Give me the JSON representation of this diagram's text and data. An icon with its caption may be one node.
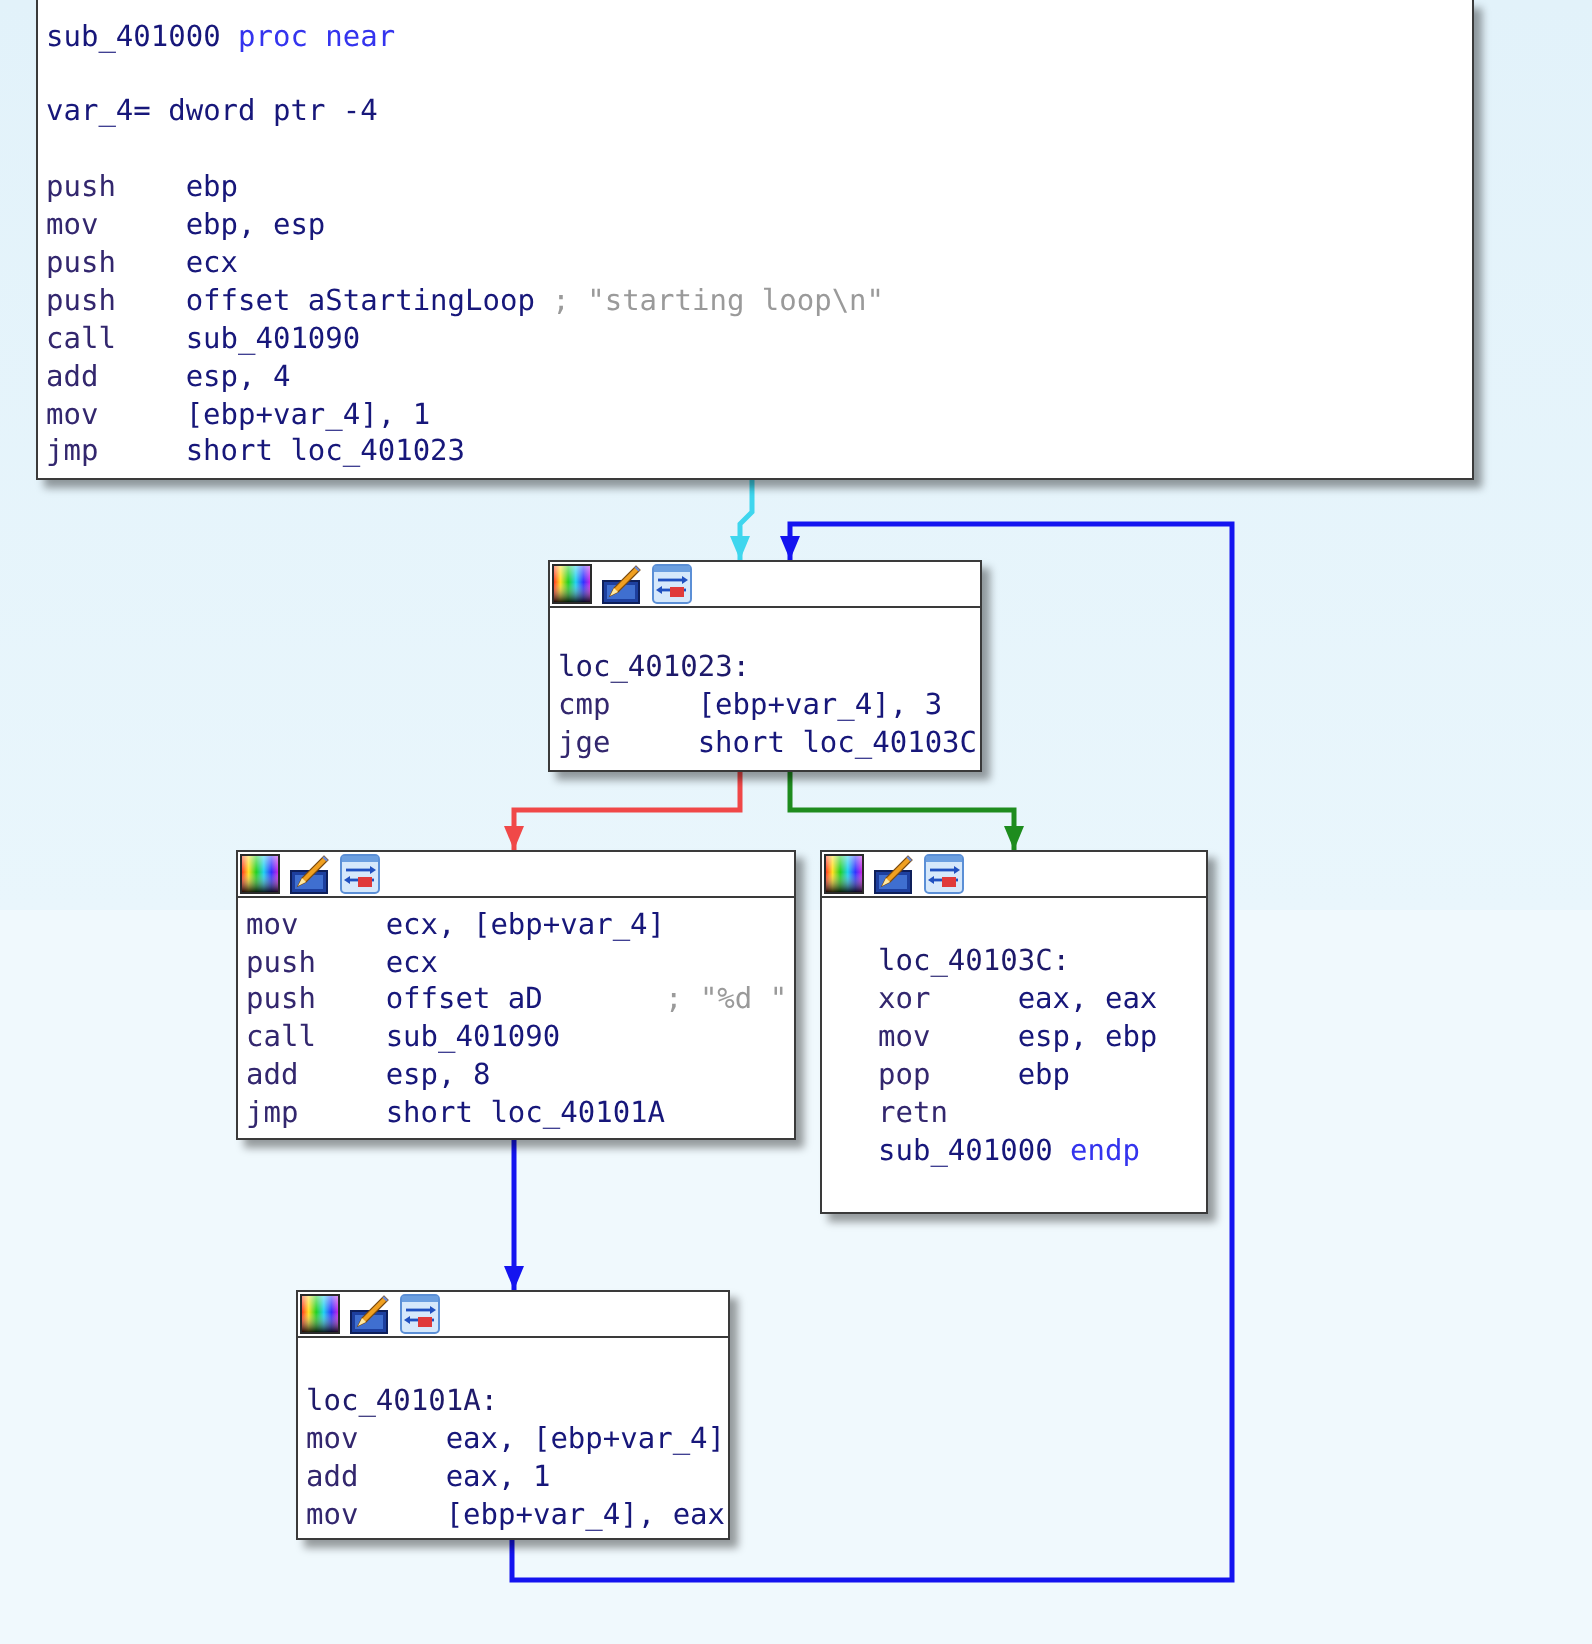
{
  "diagram": {
    "nodes": [
      {
        "text": [
          "sub_401000",
          "proc near",
          "var_4= dword ptr -4",
          "push",
          "ebp",
          "mov",
          "ebp, esp",
          "push",
          "ecx",
          "push",
          "offset aStartingLoop",
          "; \"starting loop\\n\"",
          "call",
          "sub_401090",
          "add",
          "esp, 4",
          "mov",
          "[ebp+var_4], 1",
          "jmp",
          "short loc_401023"
        ]
      },
      {
        "text": [
          "loc_401023:",
          "cmp",
          "[ebp+var_4], 3",
          "jge",
          "short loc_40103C"
        ]
      },
      {
        "text": [
          "mov",
          "ecx, [ebp+var_4]",
          "push",
          "ecx",
          "push",
          "offset aD",
          "; \"%d \"",
          "call",
          "sub_401090",
          "add",
          "esp, 8",
          "jmp",
          "short loc_40101A"
        ]
      },
      {
        "text": [
          "loc_40103C:",
          "xor",
          "eax, eax",
          "mov",
          "esp, ebp",
          "pop",
          "ebp",
          "retn",
          "sub_401000",
          "endp"
        ]
      },
      {
        "text": [
          "loc_40101A:",
          "mov",
          "eax, [ebp+var_4]",
          "add",
          "eax, 1",
          "mov",
          "[ebp+var_4], eax"
        ]
      }
    ],
    "edges": [
      {
        "from": 0,
        "to": 1,
        "arrow": "to",
        "color": "#3fd6ee"
      },
      {
        "from": 4,
        "to": 1,
        "arrow": "to"
      },
      {
        "from": 1,
        "to": 2,
        "arrow": "to",
        "color": "#f04848"
      },
      {
        "from": 1,
        "to": 3,
        "arrow": "to",
        "color": "#1e8c1e"
      },
      {
        "from": 2,
        "to": 4,
        "arrow": "to"
      }
    ]
  }
}
